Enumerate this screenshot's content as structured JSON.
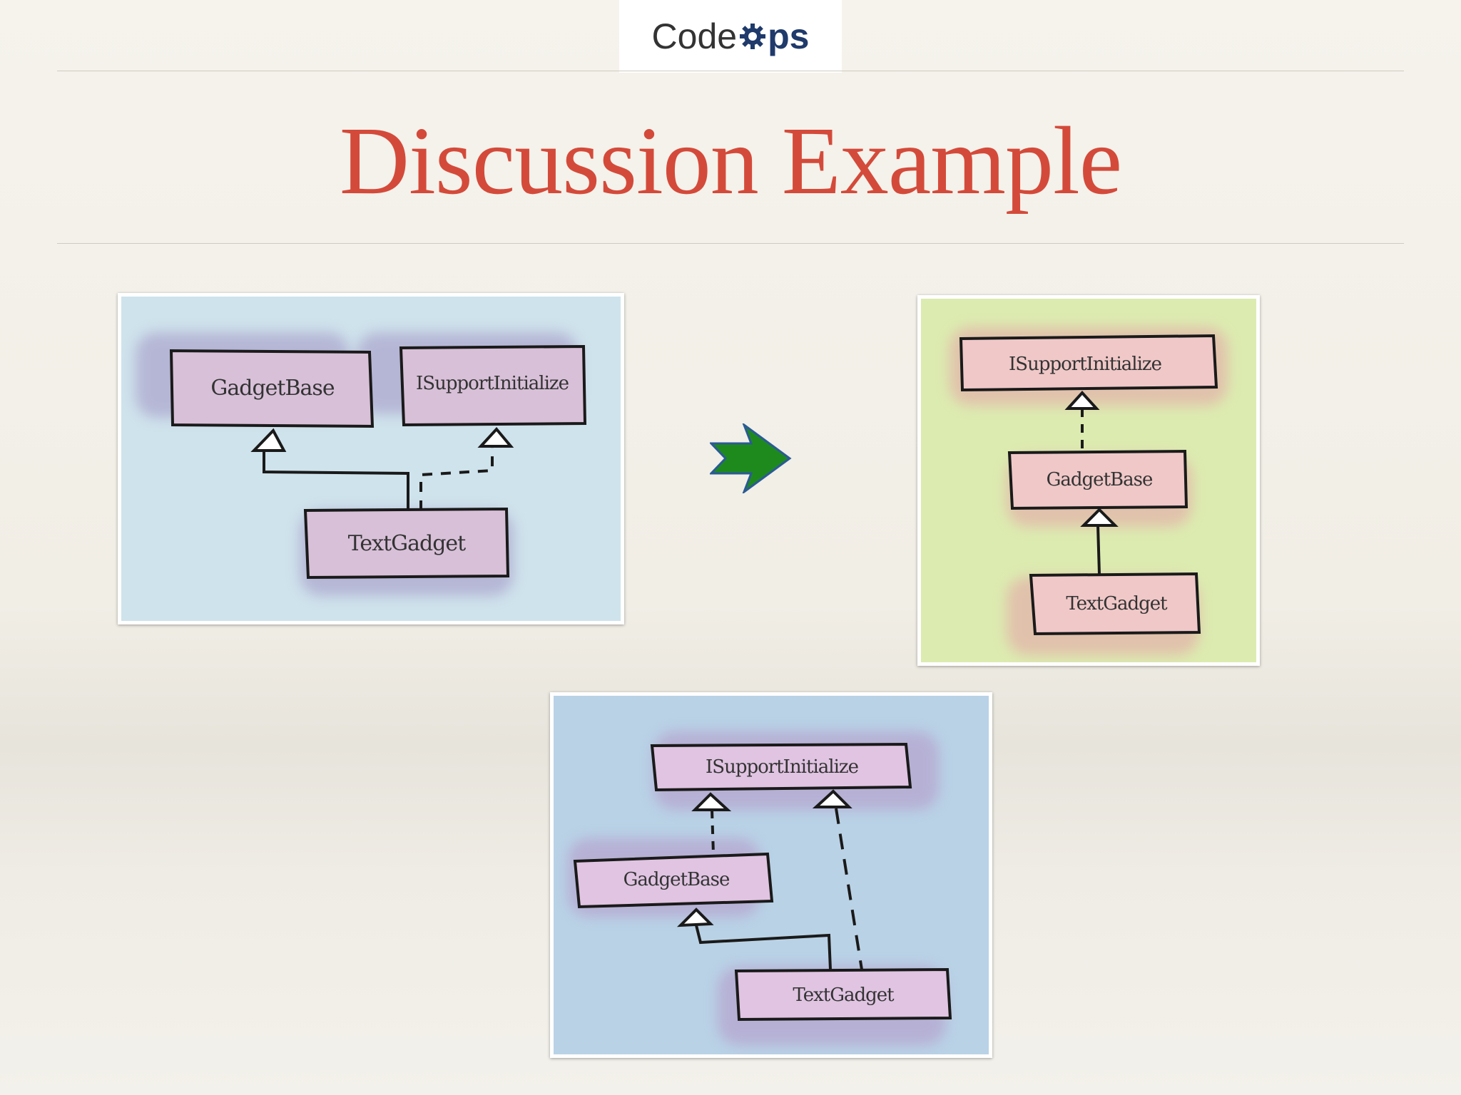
{
  "logo": {
    "text_prefix": "Code",
    "text_suffix": "ps",
    "icon": "gear-icon",
    "colors": {
      "prefix": "#333333",
      "suffix": "#1f3a6b"
    }
  },
  "slide": {
    "title": "Discussion Example",
    "title_color": "#d44a3a"
  },
  "diagrams": {
    "left": {
      "background": "#cfe3ec",
      "boxes": {
        "gadget_base": "GadgetBase",
        "isupport": "ISupportInitialize",
        "text_gadget": "TextGadget"
      }
    },
    "right": {
      "background": "#dcebb0",
      "boxes": {
        "isupport": "ISupportInitialize",
        "gadget_base": "GadgetBase",
        "text_gadget": "TextGadget"
      }
    },
    "bottom": {
      "background": "#b9d2e6",
      "boxes": {
        "isupport": "ISupportInitialize",
        "gadget_base": "GadgetBase",
        "text_gadget": "TextGadget"
      }
    },
    "transition_icon": "right-arrow-icon",
    "transition_color": "#1e8a1e"
  }
}
